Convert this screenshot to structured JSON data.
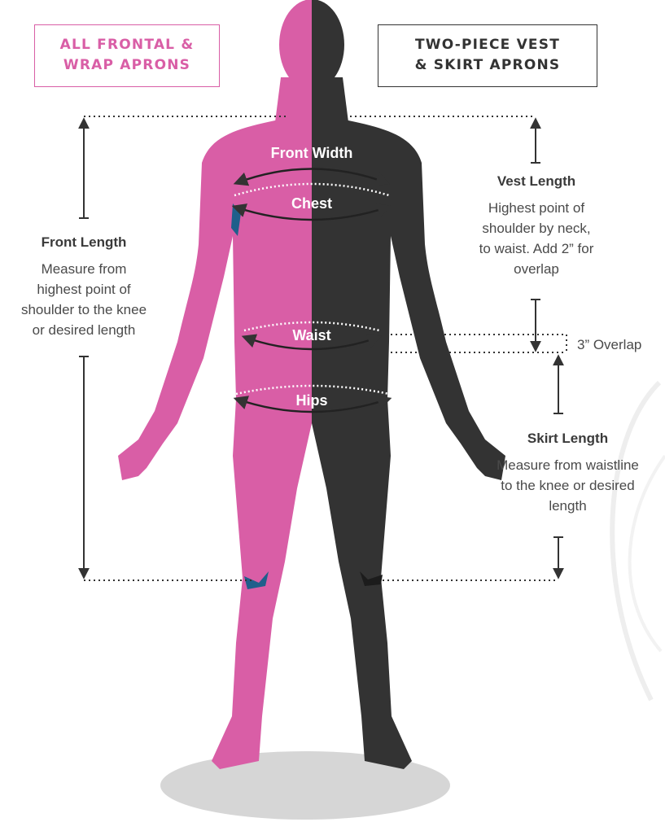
{
  "headers": {
    "left": {
      "lines": [
        "ALL FRONTAL &",
        "WRAP APRONS"
      ],
      "color": "#d95ea6"
    },
    "right": {
      "lines": [
        "TWO-PIECE VEST",
        "& SKIRT APRONS"
      ],
      "color": "#333333"
    }
  },
  "body_labels": {
    "front_width": "Front Width",
    "chest": "Chest",
    "waist": "Waist",
    "hips": "Hips"
  },
  "front_length": {
    "title": "Front Length",
    "lines": [
      "Measure from",
      "highest point of",
      "shoulder to the knee",
      "or desired length"
    ]
  },
  "vest_length": {
    "title": "Vest Length",
    "lines": [
      "Highest point of",
      "shoulder by neck,",
      "to waist. Add 2” for",
      "overlap"
    ]
  },
  "overlap_label": "3” Overlap",
  "skirt_length": {
    "title": "Skirt Length",
    "lines": [
      "Measure from waistline",
      "to the knee or desired",
      "length"
    ]
  },
  "colors": {
    "pink": "#d95ea6",
    "dark": "#333333",
    "accent": "#1f5f8b",
    "shadow": "#d6d6d6"
  }
}
